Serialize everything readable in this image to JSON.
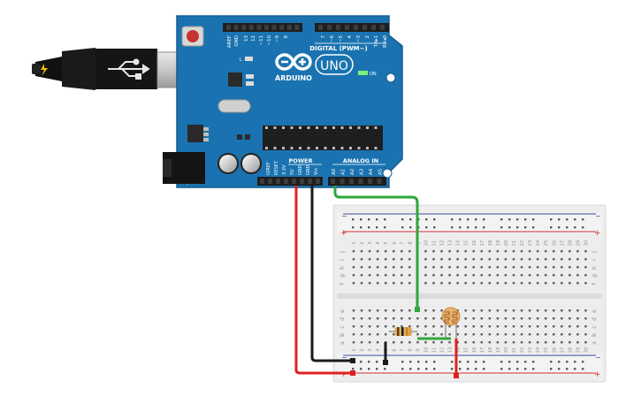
{
  "colors": {
    "board": "#1a73b0",
    "board_edge": "#1a4f7a",
    "header": "#1e1e1e",
    "breadboard": "#f0f0f0",
    "hole": "#5a5a5a",
    "rail_red": "#d22a2a",
    "rail_blue": "#3a4a9a",
    "wire_red": "#e02020",
    "wire_black": "#1a1a1a",
    "wire_green": "#2ea83a",
    "power_led": "#7cf07c"
  },
  "board": {
    "brand": "ARDUINO",
    "model": "UNO",
    "on_label": "ON",
    "digital_label": "DIGITAL (PWM~)",
    "power_label": "POWER",
    "analog_label": "ANALOG IN",
    "led_labels": {
      "l": "L",
      "tx": "TX",
      "rx": "RX"
    },
    "top_pin_labels": [
      "AREF",
      "GND",
      "13",
      "12",
      "~11",
      "~10",
      "~9",
      "8",
      "7",
      "~6",
      "~5",
      "4",
      "~3",
      "2",
      "TX▸1",
      "RX◂0"
    ],
    "power_pin_labels": [
      "IOREF",
      "RESET",
      "3.3V",
      "5V",
      "GND",
      "GND",
      "Vin"
    ],
    "analog_pin_labels": [
      "A0",
      "A1",
      "A2",
      "A3",
      "A4",
      "A5"
    ]
  },
  "breadboard": {
    "column_numbers": [
      "1",
      "2",
      "3",
      "4",
      "5",
      "6",
      "7",
      "8",
      "9",
      "10",
      "11",
      "12",
      "13",
      "14",
      "15",
      "16",
      "17",
      "18",
      "19",
      "20",
      "21",
      "22",
      "23",
      "24",
      "25",
      "26",
      "27",
      "28",
      "29",
      "30"
    ],
    "top_row_letters": [
      "j",
      "i",
      "h",
      "g",
      "f"
    ],
    "bottom_row_letters": [
      "e",
      "d",
      "c",
      "b",
      "a"
    ],
    "rail_minus": "−",
    "rail_plus": "+"
  }
}
